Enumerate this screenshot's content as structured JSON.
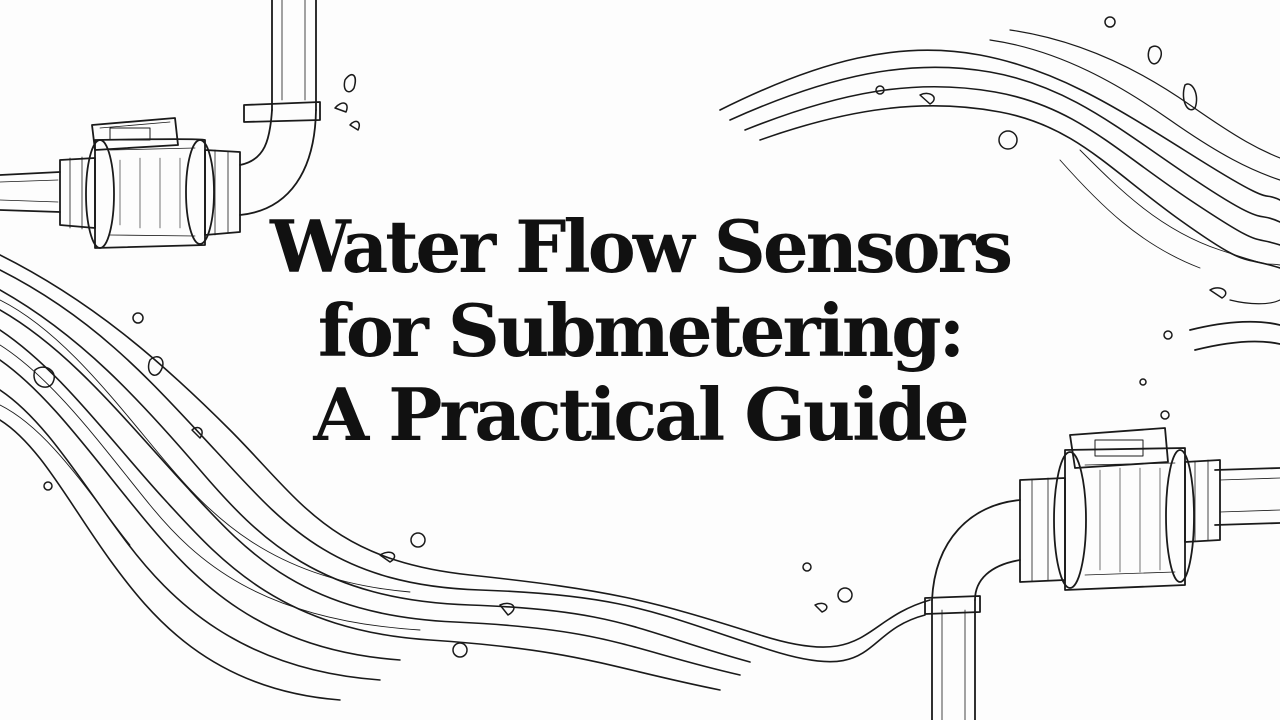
{
  "title": {
    "line1": "Water Flow Sensors",
    "line2": "for Submetering:",
    "line3": "A Practical Guide"
  },
  "colors": {
    "ink": "#111111",
    "background": "#fdfdfd"
  },
  "illustration": {
    "style": "black-and-white pencil sketch",
    "elements": [
      "pipe-with-flow-meter-top-left",
      "pipe-with-flow-meter-bottom-right",
      "water-stream-left",
      "water-stream-right",
      "water-droplets"
    ]
  }
}
